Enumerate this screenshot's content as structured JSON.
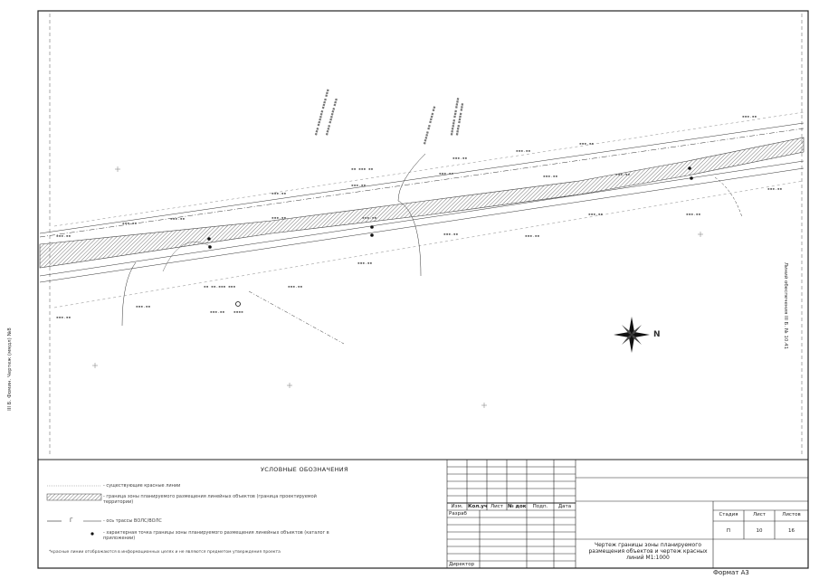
{
  "map": {
    "north_label": "N",
    "side_label_left": "III Б. Фомин. Чертеж (ммдл) №8",
    "side_label_right": "Линий обеспечения III Б. № 10.41"
  },
  "legend": {
    "title": "УСЛОВНЫЕ ОБОЗНАЧЕНИЯ",
    "items": [
      "- существующие красные линии",
      "- граница зоны планируемого размещения линейных объектов (граница проектируемой территории)",
      "- ось трассы ВОЛС/ВОЛС",
      "- характерная точка границы зоны планируемого размещения линейных объектов (каталог в приложении)"
    ],
    "marker_label": "Г",
    "note": "*красные линии отображаются в информационных целях и не являются предметом утверждения проекта"
  },
  "stamp": {
    "headers": [
      "Изм.",
      "Кол.уч",
      "Лист",
      "№ док",
      "Подп.",
      "Дата"
    ],
    "roles": [
      "Разраб",
      "Директор"
    ],
    "stage_headers": [
      "Стадия",
      "Лист",
      "Листов"
    ],
    "stage_values": [
      "П",
      "10",
      "16"
    ],
    "title": "Чертеж границы зоны планируемого размещения объектов и чертеж красных линий М1:1000",
    "format": "Формат А3"
  }
}
